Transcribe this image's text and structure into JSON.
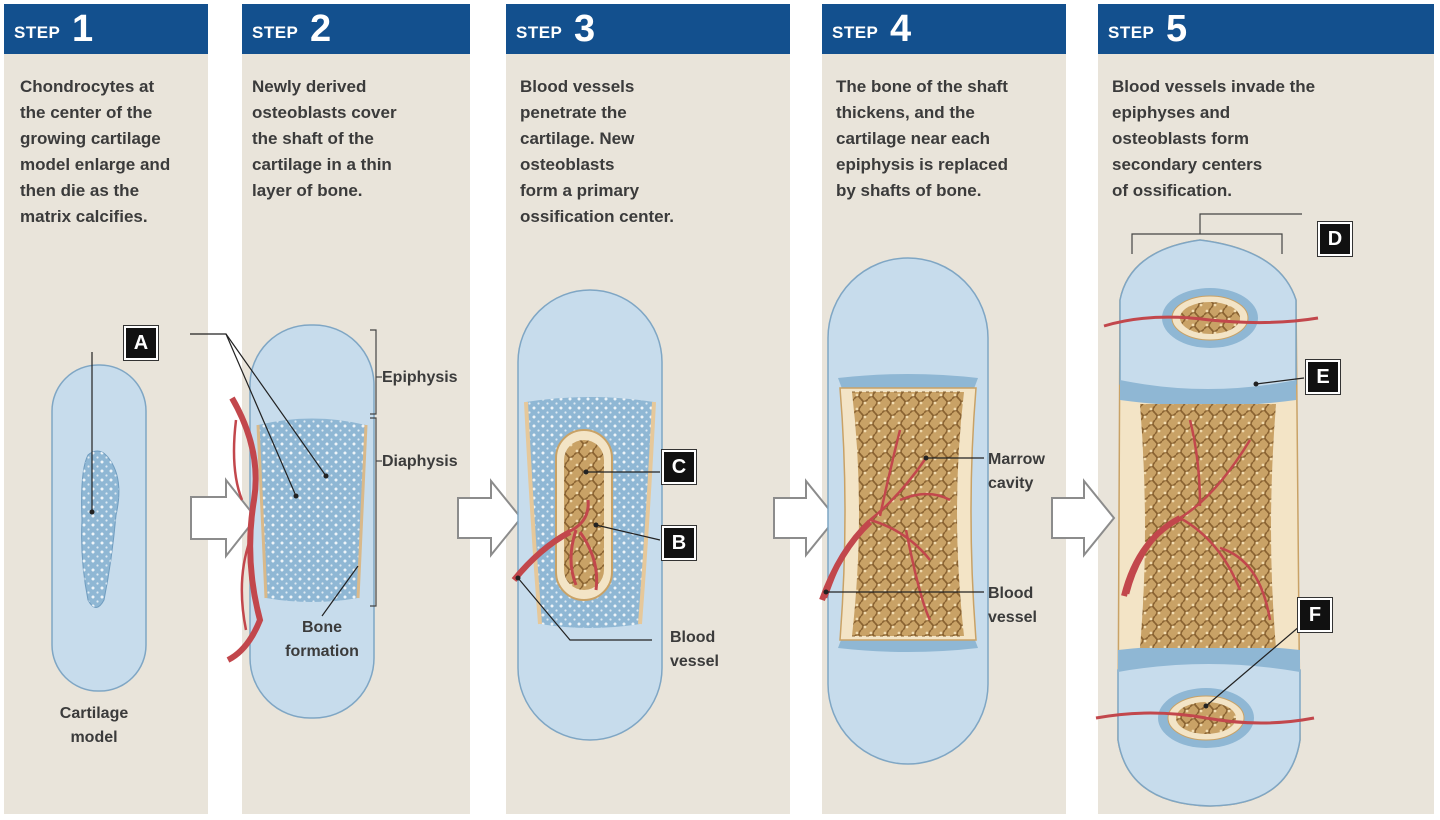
{
  "steps": [
    {
      "word": "STEP",
      "num": "1",
      "text": "Chondrocytes at\nthe center of the\ngrowing cartilage\nmodel enlarge and\nthen die as the\nmatrix calcifies."
    },
    {
      "word": "STEP",
      "num": "2",
      "text": "Newly derived\nosteoblasts cover\nthe shaft of the\ncartilage in a thin\nlayer of bone."
    },
    {
      "word": "STEP",
      "num": "3",
      "text": "Blood vessels\npenetrate the\ncartilage. New\nosteoblasts\nform a primary\nossification center."
    },
    {
      "word": "STEP",
      "num": "4",
      "text": "The bone of the shaft\nthickens, and the\ncartilage near each\nepiphysis is replaced\nby shafts of bone."
    },
    {
      "word": "STEP",
      "num": "5",
      "text": "Blood vessels invade the\nepiphyses and\nosteoblasts form\nsecondary centers\nof ossification."
    }
  ],
  "labels": {
    "cartilage_model": "Cartilage\nmodel",
    "epiphysis": "Epiphysis",
    "diaphysis": "Diaphysis",
    "bone_formation": "Bone\nformation",
    "blood_vessel_3": "Blood\nvessel",
    "marrow_cavity": "Marrow\ncavity",
    "blood_vessel_4": "Blood\nvessel"
  },
  "markers": {
    "a": "A",
    "b": "B",
    "c": "C",
    "d": "D",
    "e": "E",
    "f": "F"
  },
  "colors": {
    "header": "#13508e",
    "panel": "#e9e4da",
    "cartilage": "#c7dcec",
    "calcified": "#8fb7d4",
    "bone_tan": "#c9a266",
    "vessel": "#c2474c",
    "bone_shell": "#f3e4c6"
  }
}
